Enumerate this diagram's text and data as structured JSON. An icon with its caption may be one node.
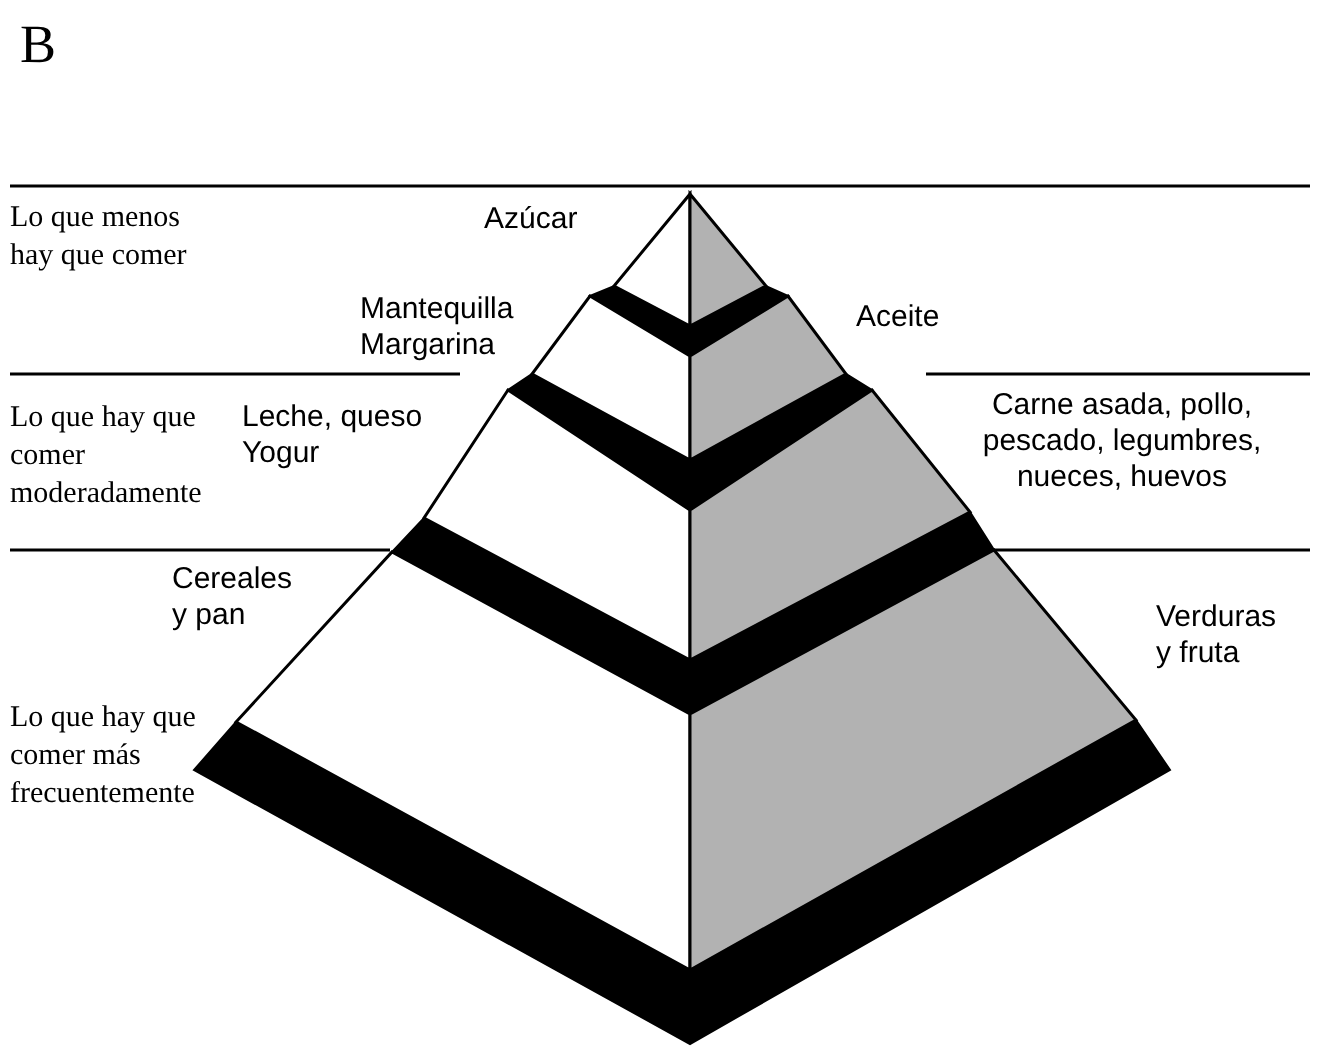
{
  "diagram": {
    "labels": [
      "B",
      "Lo que menos hay que comer",
      "Azúcar",
      "Mantequilla Margarina",
      "Aceite",
      "Lo que hay que comer moderadamente",
      "Leche, queso Yogur",
      "Carne asada, pollo, pescado, legumbres, nueces, huevos",
      "Cereales y pan",
      "Verduras y fruta",
      "Lo que hay que comer más frecuentemente"
    ]
  }
}
